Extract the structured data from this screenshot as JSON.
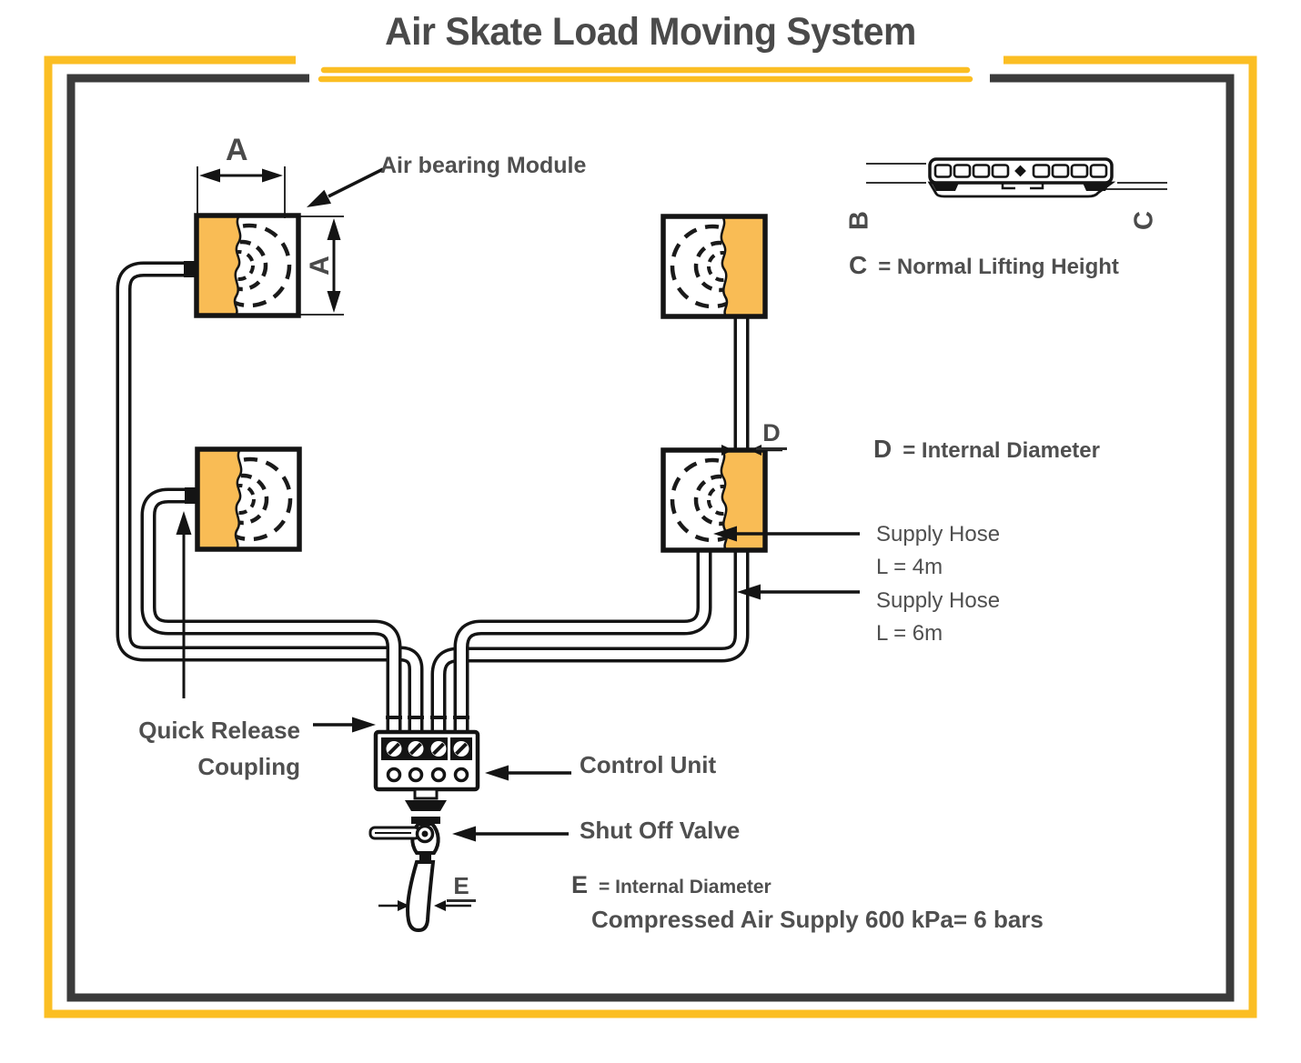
{
  "title": "Air Skate Load Moving System",
  "colors": {
    "accent_yellow": "#FBBE23",
    "module_orange": "#F9BC55",
    "frame_dark": "#3B3B3B",
    "text_gray": "#4F4F4F",
    "line_black": "#141414"
  },
  "diagram": {
    "module_label": "Air bearing Module",
    "dim_width_label": "A",
    "dim_height_label": "A",
    "side_view": {
      "left_label": "B",
      "right_label": "C"
    },
    "legend_c": {
      "letter": "C",
      "text": "= Normal Lifting Height"
    },
    "legend_d": {
      "letter": "D",
      "text": "= Internal Diameter"
    },
    "dim_d_label": "D",
    "supply_hose_4m": {
      "line1": "Supply Hose",
      "line2": "L = 4m"
    },
    "supply_hose_6m": {
      "line1": "Supply Hose",
      "line2": "L = 6m"
    },
    "quick_release": {
      "line1": "Quick Release",
      "line2": "Coupling"
    },
    "control_unit_label": "Control Unit",
    "shut_off_valve_label": "Shut Off Valve",
    "dim_e_label": "E",
    "legend_e": {
      "letter": "E",
      "text": "= Internal Diameter"
    },
    "air_supply_note": "Compressed Air Supply 600 kPa= 6 bars"
  }
}
